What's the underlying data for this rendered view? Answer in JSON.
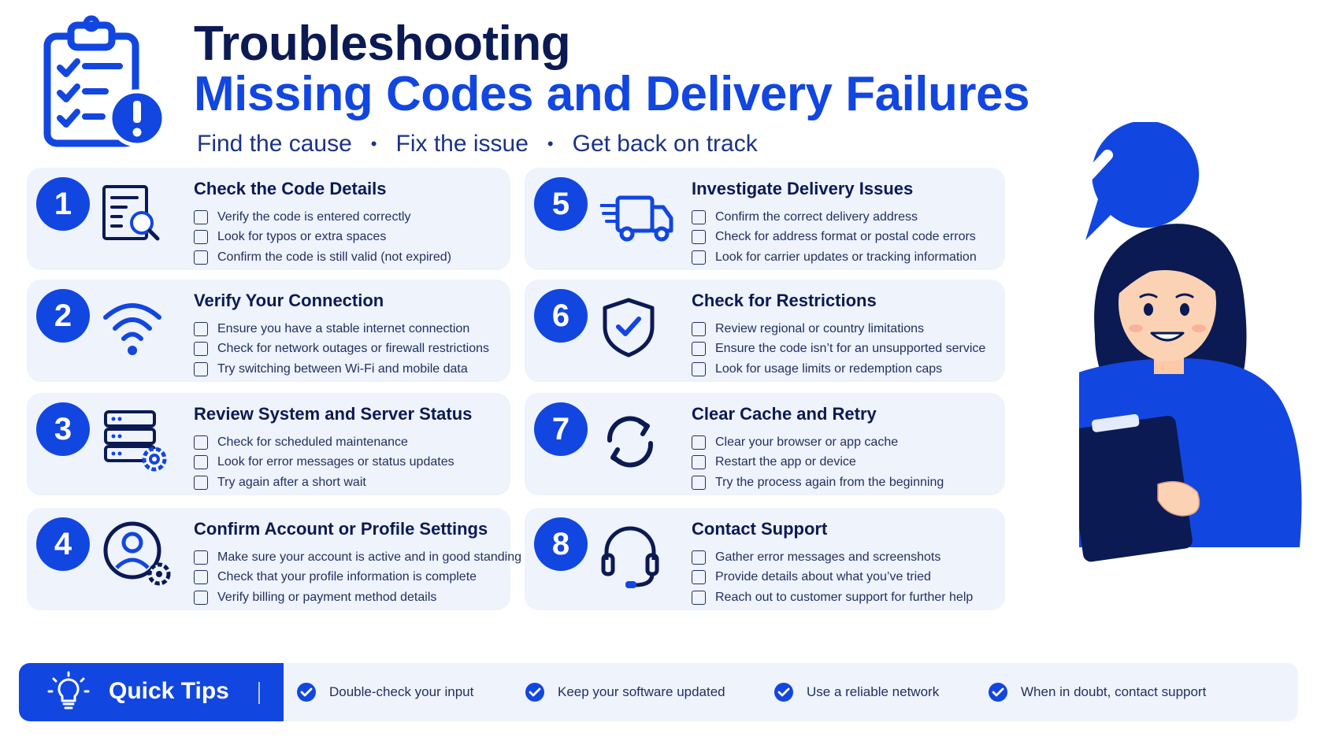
{
  "header": {
    "title_line1": "Troubleshooting",
    "title_line2": "Missing Codes and Delivery Failures",
    "subtitle": [
      "Find the cause",
      "Fix the issue",
      "Get back on track"
    ],
    "separator": "•",
    "icon": "clipboard-checklist-alert-icon"
  },
  "colors": {
    "primary": "#1246e0",
    "navy": "#0b1a52",
    "card_bg": "#eef3fc",
    "text": "#1f2f5e"
  },
  "steps": [
    {
      "number": "1",
      "icon": "document-search-icon",
      "title": "Check the Code Details",
      "items": [
        "Verify the code is entered correctly",
        "Look for typos or extra spaces",
        "Confirm the code is still valid (not expired)"
      ]
    },
    {
      "number": "2",
      "icon": "wifi-icon",
      "title": "Verify Your Connection",
      "items": [
        "Ensure you have a stable internet connection",
        "Check for network outages or firewall restrictions",
        "Try switching between Wi-Fi and mobile data"
      ]
    },
    {
      "number": "3",
      "icon": "server-gear-icon",
      "title": "Review System and Server Status",
      "items": [
        "Check for scheduled maintenance",
        "Look for error messages or status updates",
        "Try again after a short wait"
      ]
    },
    {
      "number": "4",
      "icon": "user-gear-icon",
      "title": "Confirm Account or Profile Settings",
      "items": [
        "Make sure your account is active and in good standing",
        "Check that your profile information is complete",
        "Verify billing or payment method details"
      ]
    },
    {
      "number": "5",
      "icon": "delivery-truck-icon",
      "title": "Investigate Delivery Issues",
      "items": [
        "Confirm the correct delivery address",
        "Check for address format or postal code errors",
        "Look for carrier updates or tracking information"
      ]
    },
    {
      "number": "6",
      "icon": "shield-check-icon",
      "title": "Check for Restrictions",
      "items": [
        "Review regional or country limitations",
        "Ensure the code isn’t for an unsupported service",
        "Look for usage limits or redemption caps"
      ]
    },
    {
      "number": "7",
      "icon": "refresh-icon",
      "title": "Clear Cache and Retry",
      "items": [
        "Clear your browser or app cache",
        "Restart the app or device",
        "Try the process again from the beginning"
      ]
    },
    {
      "number": "8",
      "icon": "headset-icon",
      "title": "Contact Support",
      "items": [
        "Gather error messages and screenshots",
        "Provide details about what you’ve tried",
        "Reach out to customer support for further help"
      ]
    }
  ],
  "quick_tips": {
    "label": "Quick Tips",
    "icon": "lightbulb-icon",
    "items": [
      "Double-check your input",
      "Keep your software updated",
      "Use a reliable network",
      "When in doubt, contact support"
    ]
  },
  "illustration": {
    "icon": "woman-with-clipboard-check-bubble-icon"
  }
}
